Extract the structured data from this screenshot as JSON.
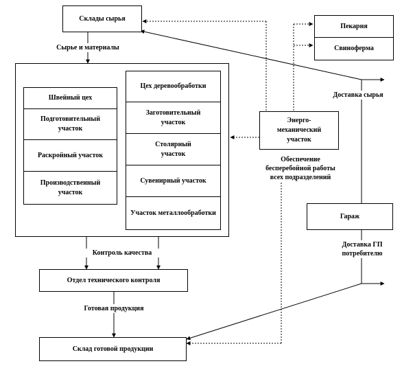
{
  "nodes": {
    "raw_warehouse": "Склады сырья",
    "bakery": "Пекарня",
    "pig_farm": "Свиноферма",
    "sewing_shop": "Швейный цех",
    "prep_section_1": "Подготовительный участок",
    "cutting_section": "Раскройный участок",
    "production_section": "Производственный участок",
    "woodworking_shop": "Цех деревообработки",
    "blank_section": "Заготовительный участок",
    "joinery_section": "Столярный участок",
    "souvenir_section": "Сувенирный участок",
    "metalworking_section": "Участок металлообработки",
    "energy_section": "Энерго-механический участок",
    "garage": "Гараж",
    "qc_department": "Отдел технического контроля",
    "finished_warehouse": "Склад готовой продукции"
  },
  "labels": {
    "raw_materials": "Сырье и материалы",
    "raw_delivery": "Доставка сырья",
    "uninterrupted_line1": "Обеспечение",
    "uninterrupted_line2": "бесперебойной работы",
    "uninterrupted_line3": "всех подразделений",
    "quality_control": "Контроль качества",
    "finished_goods": "Готовая продукция",
    "gp_delivery_line1": "Доставка ГП",
    "gp_delivery_line2": "потребителю"
  }
}
